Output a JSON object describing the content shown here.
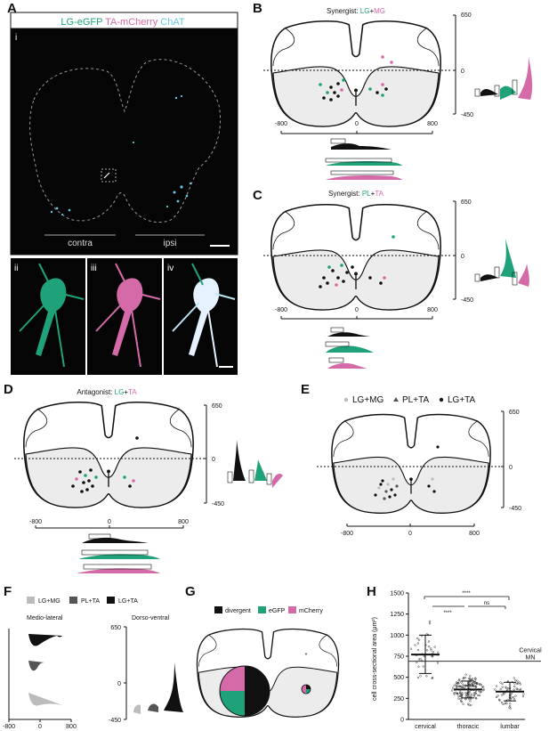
{
  "colors": {
    "green": "#1fa27a",
    "magenta": "#d46aa8",
    "cyan": "#66c8e6",
    "black": "#111111",
    "gray": "#bcbcbc",
    "darkgray": "#555555",
    "cord_fill": "#ececec"
  },
  "panelA": {
    "letter": "A",
    "legend_green": "LG-eGFP",
    "legend_magenta": "TA-mCherry",
    "legend_cyan": "ChAT",
    "sub_i": "i",
    "sub_ii": "ii",
    "sub_iii": "iii",
    "sub_iv": "iv",
    "contra": "contra",
    "ipsi": "ipsi"
  },
  "panelB": {
    "letter": "B",
    "title_prefix": "Synergist: ",
    "title_a": "LG",
    "title_plus": "+",
    "title_b": "MG",
    "y_top": "650",
    "y_mid": "0",
    "y_bot": "-450",
    "x_left": "-800",
    "x_mid": "0",
    "x_right": "800"
  },
  "panelC": {
    "letter": "C",
    "title_prefix": "Synergist: ",
    "title_a": "PL",
    "title_plus": "+",
    "title_b": "TA",
    "y_top": "650",
    "y_mid": "0",
    "y_bot": "-450",
    "x_left": "-800",
    "x_mid": "0",
    "x_right": "800"
  },
  "panelD": {
    "letter": "D",
    "title_prefix": "Antagonist: ",
    "title_a": "LG",
    "title_plus": "+",
    "title_b": "TA",
    "y_top": "650",
    "y_mid": "0",
    "y_bot": "-450",
    "x_left": "-800",
    "x_mid": "0",
    "x_right": "800"
  },
  "panelE": {
    "letter": "E",
    "legend": [
      "LG+MG",
      "PL+TA",
      "LG+TA"
    ],
    "y_top": "650",
    "y_mid": "0",
    "y_bot": "-450",
    "x_left": "-800",
    "x_mid": "0",
    "x_right": "800"
  },
  "panelF": {
    "letter": "F",
    "legend": [
      "LG+MG",
      "PL+TA",
      "LG+TA"
    ],
    "ml_title": "Medio-lateral",
    "dv_title": "Dorso-ventral",
    "x_left": "-800",
    "x_mid": "0",
    "x_right": "800",
    "y_top": "650",
    "y_mid": "0",
    "y_bot": "-450"
  },
  "panelG": {
    "letter": "G",
    "legend": [
      "divergent",
      "eGFP",
      "mCherry"
    ]
  },
  "panelH": {
    "letter": "H",
    "sig1": "****",
    "sig2": "****",
    "sig3": "ns",
    "ylabel": "cell cross-sectional area (μm²)",
    "threshold_label_1": "Cervical",
    "threshold_label_2": "MN",
    "yticks": [
      "0",
      "250",
      "500",
      "750",
      "1000",
      "1250",
      "1500"
    ]
  },
  "chart_data": {
    "type": "scatter",
    "categories": [
      "cervical",
      "thoracic",
      "lumbar"
    ],
    "ylabel": "cell cross-sectional area (μm²)",
    "ylim": [
      0,
      1500
    ],
    "series": [
      {
        "name": "cervical",
        "mean": 770,
        "sd_low": 545,
        "sd_high": 1000
      },
      {
        "name": "thoracic",
        "mean": 355,
        "sd_low": 255,
        "sd_high": 455
      },
      {
        "name": "lumbar",
        "mean": 330,
        "sd_low": 220,
        "sd_high": 440
      }
    ],
    "threshold": 690
  }
}
